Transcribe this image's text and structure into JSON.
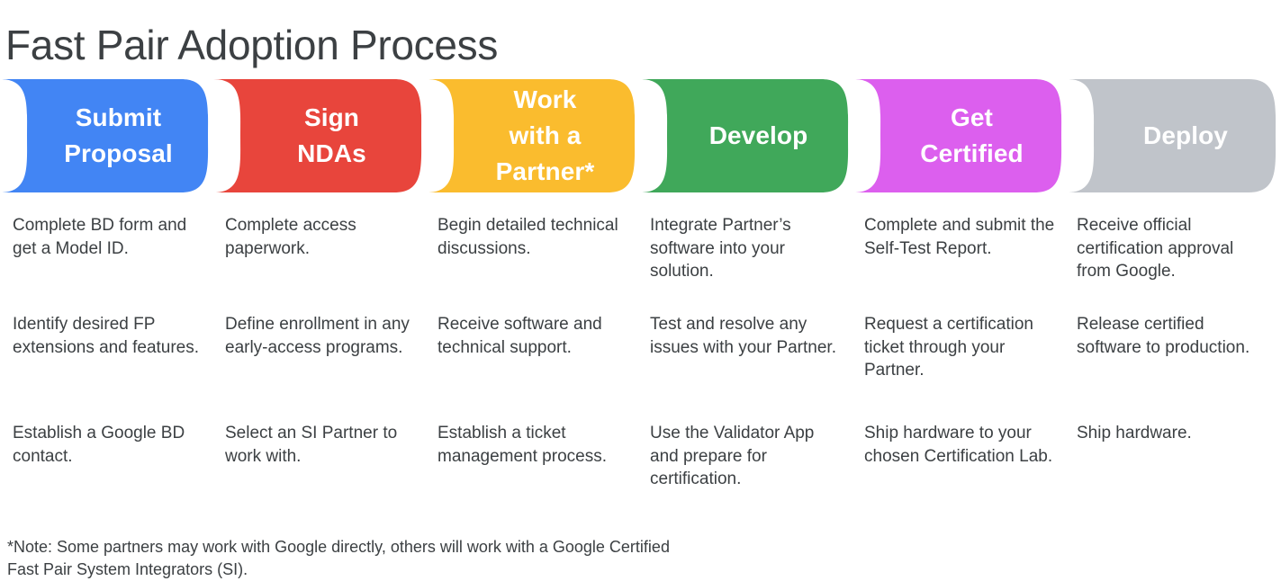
{
  "title": "Fast Pair Adoption Process",
  "theme": {
    "text_color": "#3c4043",
    "background": "#ffffff",
    "banner_text_color": "#ffffff"
  },
  "stages": [
    {
      "id": "submit-proposal",
      "label": "Submit\nProposal",
      "color": "#4285F4",
      "color_name": "google-blue",
      "bullets": [
        "Complete BD form and get a Model ID.",
        "Identify desired FP extensions and features.",
        "Establish a Google BD contact."
      ]
    },
    {
      "id": "sign-ndas",
      "label": "Sign\nNDAs",
      "color": "#E8453C",
      "color_name": "google-red",
      "bullets": [
        "Complete access paperwork.",
        "Define enrollment in any early-access programs.",
        "Select an SI Partner to work with."
      ]
    },
    {
      "id": "work-with-a-partner",
      "label": "Work\nwith a\nPartner*",
      "color": "#FABC2E",
      "color_name": "google-yellow",
      "bullets": [
        "Begin detailed technical discussions.",
        "Receive software and technical support.",
        "Establish a ticket management process."
      ]
    },
    {
      "id": "develop",
      "label": "Develop",
      "color": "#40A85A",
      "color_name": "google-green",
      "bullets": [
        "Integrate Partner’s software into your solution.",
        "Test and resolve any issues with your Partner.",
        "Use the Validator App and prepare for certification."
      ]
    },
    {
      "id": "get-certified",
      "label": "Get\nCertified",
      "color": "#DC5FEE",
      "color_name": "magenta",
      "bullets": [
        "Complete and submit the Self-Test Report.",
        "Request a certification ticket through your Partner.",
        "Ship hardware to your chosen Certification Lab."
      ]
    },
    {
      "id": "deploy",
      "label": "Deploy",
      "color": "#C0C4CA",
      "color_name": "gray",
      "bullets": [
        "Receive official certification approval from Google.",
        "Release certified software to production.",
        "Ship hardware."
      ]
    }
  ],
  "footnote": "*Note: Some partners may work with Google directly, others will work with a Google Certified Fast Pair System Integrators (SI)."
}
